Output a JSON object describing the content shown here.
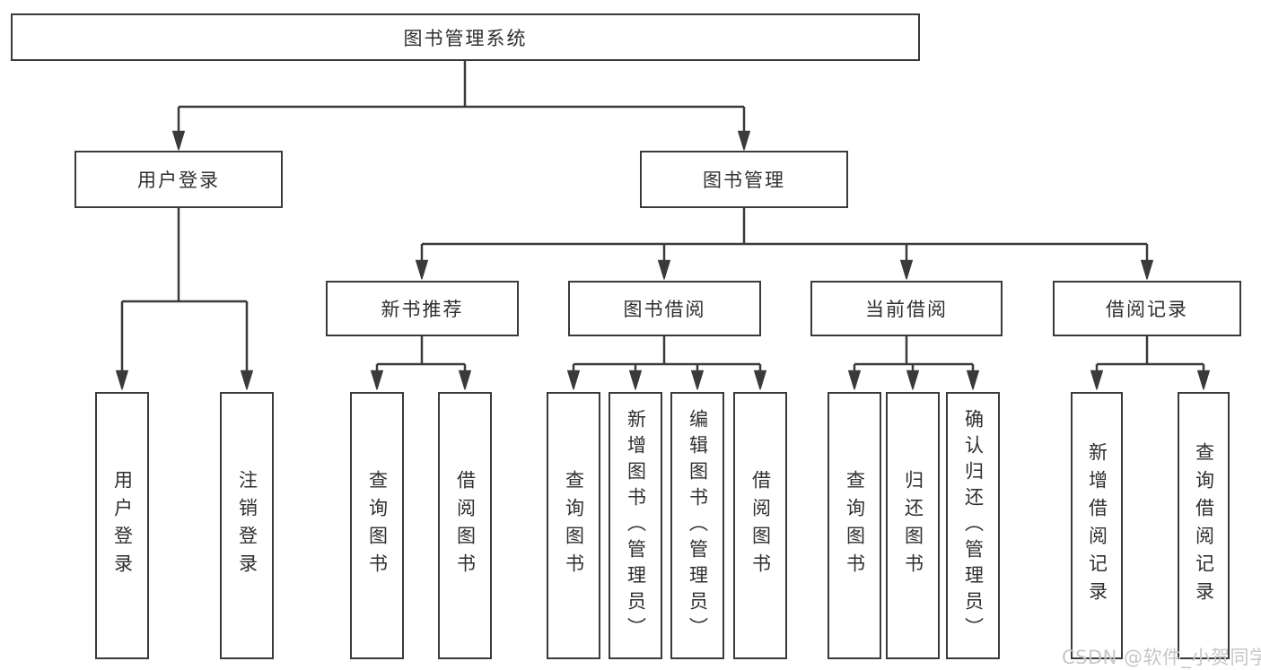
{
  "diagram": {
    "root": {
      "label": "图书管理系统"
    },
    "level2": [
      {
        "id": "user-login-branch",
        "label": "用户登录"
      },
      {
        "id": "book-management",
        "label": "图书管理"
      }
    ],
    "level3": [
      {
        "id": "new-book-recommend",
        "label": "新书推荐"
      },
      {
        "id": "book-borrowing",
        "label": "图书借阅"
      },
      {
        "id": "current-borrowing",
        "label": "当前借阅"
      },
      {
        "id": "borrowing-records",
        "label": "借阅记录"
      }
    ],
    "leaves": [
      {
        "id": "user-login",
        "label": "用户登录"
      },
      {
        "id": "logout",
        "label": "注销登录"
      },
      {
        "id": "query-books-1",
        "label": "查询图书"
      },
      {
        "id": "borrow-books-1",
        "label": "借阅图书"
      },
      {
        "id": "query-books-2",
        "label": "查询图书"
      },
      {
        "id": "add-book-admin",
        "label": "新增图书（管理员）"
      },
      {
        "id": "edit-book-admin",
        "label": "编辑图书（管理员）"
      },
      {
        "id": "borrow-books-2",
        "label": "借阅图书"
      },
      {
        "id": "query-books-3",
        "label": "查询图书"
      },
      {
        "id": "return-book",
        "label": "归还图书"
      },
      {
        "id": "confirm-return-admin",
        "label": "确认归还（管理员）"
      },
      {
        "id": "add-borrow-record",
        "label": "新增借阅记录"
      },
      {
        "id": "query-borrow-record",
        "label": "查询借阅记录"
      }
    ]
  },
  "watermark": "CSDN @软件_小贺同学",
  "colors": {
    "line": "#3a3a3a",
    "text": "#2f2f2f",
    "watermark": "#c6c6c6",
    "background": "#ffffff"
  }
}
